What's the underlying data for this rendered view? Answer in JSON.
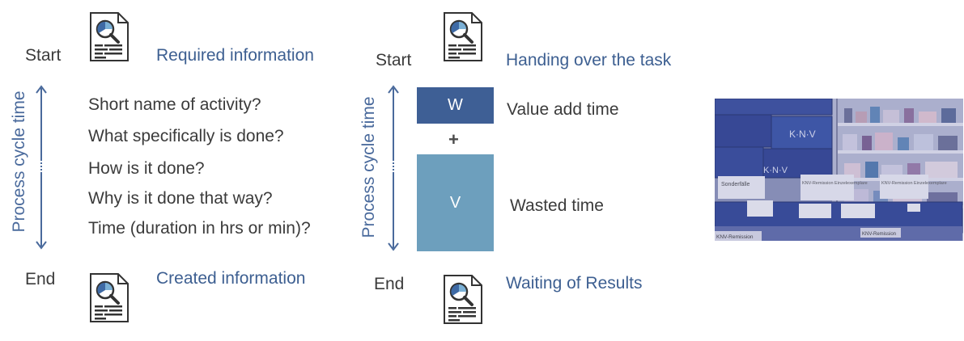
{
  "left": {
    "start_label": "Start",
    "end_label": "End",
    "axis_label": "Process cycle time",
    "required_title": "Required information",
    "created_title": "Created information",
    "questions": [
      "Short name of activity?",
      "What specifically is done?",
      "How is it done?",
      "Why is it done that way?",
      "Time (duration in hrs or min)?"
    ]
  },
  "right": {
    "start_label": "Start",
    "end_label": "End",
    "axis_label": "Process cycle time",
    "handing_title": "Handing over the task",
    "waiting_title": "Waiting of Results",
    "w_box_label": "W",
    "v_box_label": "V",
    "plus_label": "+",
    "value_add_label": "Value add time",
    "wasted_label": "Wasted time"
  },
  "photo": {
    "crate_brand": "K·N·V",
    "sign_labels": [
      "Sonderfälle",
      "KNV-Remission Einzelexemplare",
      "KNV-Remission Einzelexemplare",
      "KNV-Remission",
      "KNV-Remission"
    ]
  },
  "colors": {
    "accent_blue": "#3d5f91",
    "w_box": "#3e5f95",
    "v_box": "#6d9fbd",
    "axis_arrow": "#4a6a9c"
  }
}
